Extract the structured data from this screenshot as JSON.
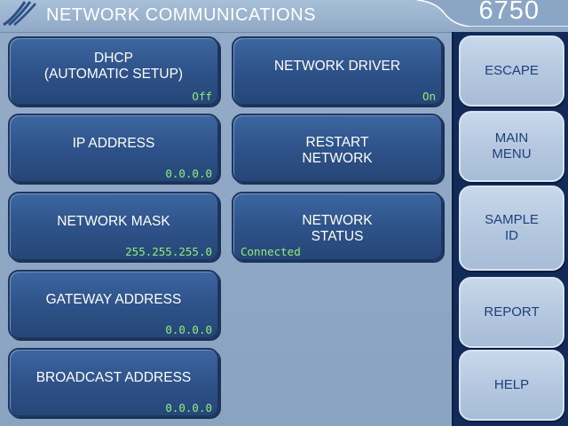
{
  "header": {
    "title": "NETWORK COMMUNICATIONS",
    "model": "6750"
  },
  "main": {
    "buttons": [
      {
        "id": "dhcp",
        "label": "DHCP\n(AUTOMATIC SETUP)",
        "value": "Off"
      },
      {
        "id": "network-driver",
        "label": "NETWORK DRIVER",
        "value": "On"
      },
      {
        "id": "ip-address",
        "label": "IP ADDRESS",
        "value": "0.0.0.0"
      },
      {
        "id": "restart-network",
        "label": "RESTART\nNETWORK",
        "value": ""
      },
      {
        "id": "network-mask",
        "label": "NETWORK MASK",
        "value": "255.255.255.0"
      },
      {
        "id": "network-status",
        "label": "NETWORK\nSTATUS",
        "value": "Connected"
      },
      {
        "id": "gateway-address",
        "label": "GATEWAY ADDRESS",
        "value": "0.0.0.0"
      },
      {
        "id": "broadcast-address",
        "label": "BROADCAST ADDRESS",
        "value": "0.0.0.0"
      }
    ]
  },
  "sidebar": {
    "buttons": [
      {
        "id": "escape",
        "label": "ESCAPE"
      },
      {
        "id": "main-menu",
        "label": "MAIN\nMENU"
      },
      {
        "id": "sample-id",
        "label": "SAMPLE\nID"
      },
      {
        "id": "report",
        "label": "REPORT"
      },
      {
        "id": "help",
        "label": "HELP"
      }
    ]
  },
  "colors": {
    "background": "#8da6c4",
    "button": "#2d5188",
    "value_text": "#8ef07c",
    "sidebar": "#112a58",
    "sidebar_button": "#b5c8e0",
    "sidebar_text": "#1d3f7a"
  }
}
